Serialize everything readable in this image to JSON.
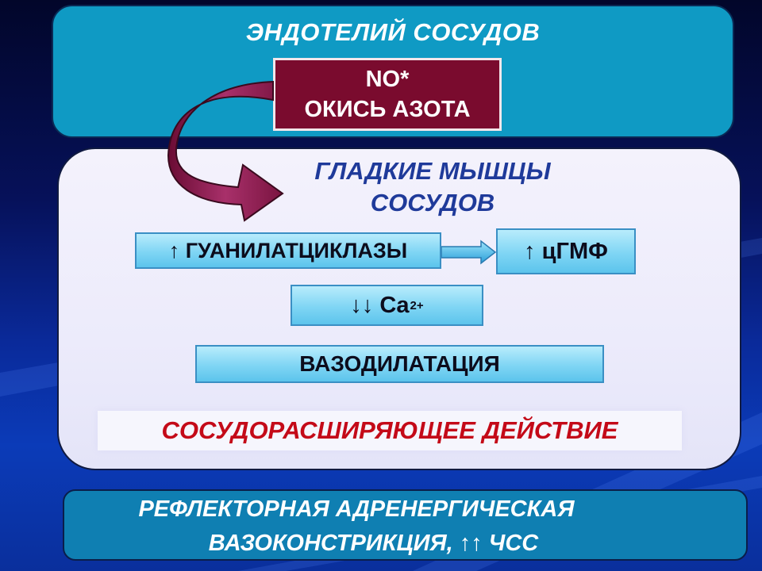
{
  "endothelium": {
    "title": "ЭНДОТЕЛИЙ СОСУДОВ"
  },
  "no_box": {
    "line1": "NO*",
    "line2": "ОКИСЬ АЗОТА"
  },
  "smooth_muscle": {
    "title_line1": "ГЛАДКИЕ МЫШЦЫ",
    "title_line2": "СОСУДОВ"
  },
  "boxes": {
    "guanylate": "↑ ГУАНИЛАТЦИКЛАЗЫ",
    "cgmp": "↑ цГМФ",
    "calcium": "↓↓ Ca",
    "calcium_sup": "2+",
    "vasodilation": "ВАЗОДИЛАТАЦИЯ"
  },
  "effect": "СОСУДОРАСШИРЯЮЩЕЕ ДЕЙСТВИЕ",
  "reflex": {
    "line1": "РЕФЛЕКТОРНАЯ АДРЕНЕРГИЧЕСКАЯ",
    "line2": "ВАЗОКОНСТРИКЦИЯ, ↑↑ ЧСС"
  },
  "colors": {
    "top_panel": "#0f9ac4",
    "no_box": "#7a0b2e",
    "mid_panel": "#ecebfb",
    "box_fill": "#7fd5f4",
    "effect_text": "#c40a18",
    "bottom_panel": "#0f7fb2",
    "curved_arrow": "#8a1a4a"
  }
}
